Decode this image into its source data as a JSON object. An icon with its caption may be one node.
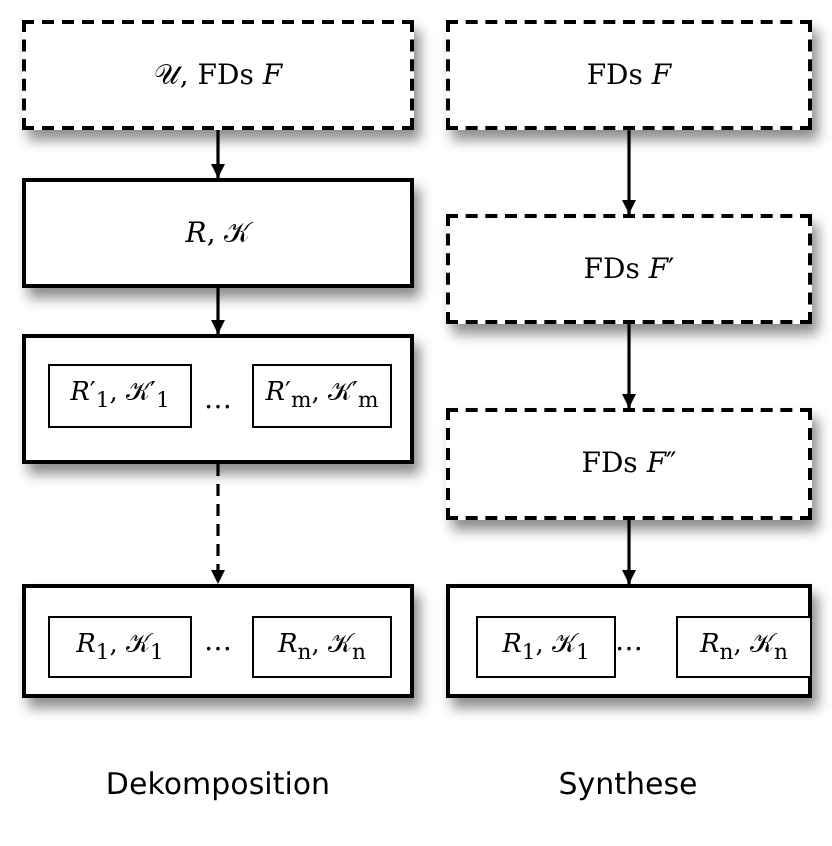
{
  "diagram": {
    "nodes": [
      {
        "text": [
          "𝒰, FDs *F*"
        ]
      },
      {
        "text": [
          "FDs *F*"
        ]
      },
      {
        "text": [
          "*R*, 𝒦"
        ]
      },
      {
        "text": [
          "FDs *F*′"
        ]
      },
      {
        "text": [
          "…"
        ]
      },
      {
        "text": [
          "*R*′$_{1}$, 𝒦′$_{1}$"
        ],
        "in": 4
      },
      {
        "text": [
          "*R*′$_{m}$, 𝒦′$_{m}$"
        ],
        "in": 4
      },
      {
        "text": [
          "FDs *F*″"
        ]
      },
      {
        "text": [
          "…"
        ]
      },
      {
        "text": [
          "*R*$_{1}$, 𝒦$_{1}$"
        ],
        "in": 8
      },
      {
        "text": [
          "*R*$_{n}$, 𝒦$_{n}$"
        ],
        "in": 8
      },
      {
        "text": [
          "…"
        ]
      },
      {
        "text": [
          "*R*$_{1}$, 𝒦$_{1}$"
        ],
        "in": 11
      },
      {
        "text": [
          "*R*$_{n}$, 𝒦$_{n}$"
        ],
        "in": 11
      }
    ],
    "edges": [
      {
        "from": 0,
        "to": 2,
        "arrow": "to"
      },
      {
        "from": 2,
        "to": 4,
        "arrow": "to"
      },
      {
        "from": 4,
        "to": 8,
        "arrow": "to",
        "style": "dashed"
      },
      {
        "from": 1,
        "to": 3,
        "arrow": "to"
      },
      {
        "from": 3,
        "to": 7,
        "arrow": "to"
      },
      {
        "from": 7,
        "to": 11,
        "arrow": "to"
      }
    ],
    "labels": [
      "Dekomposition",
      "Synthese"
    ]
  }
}
